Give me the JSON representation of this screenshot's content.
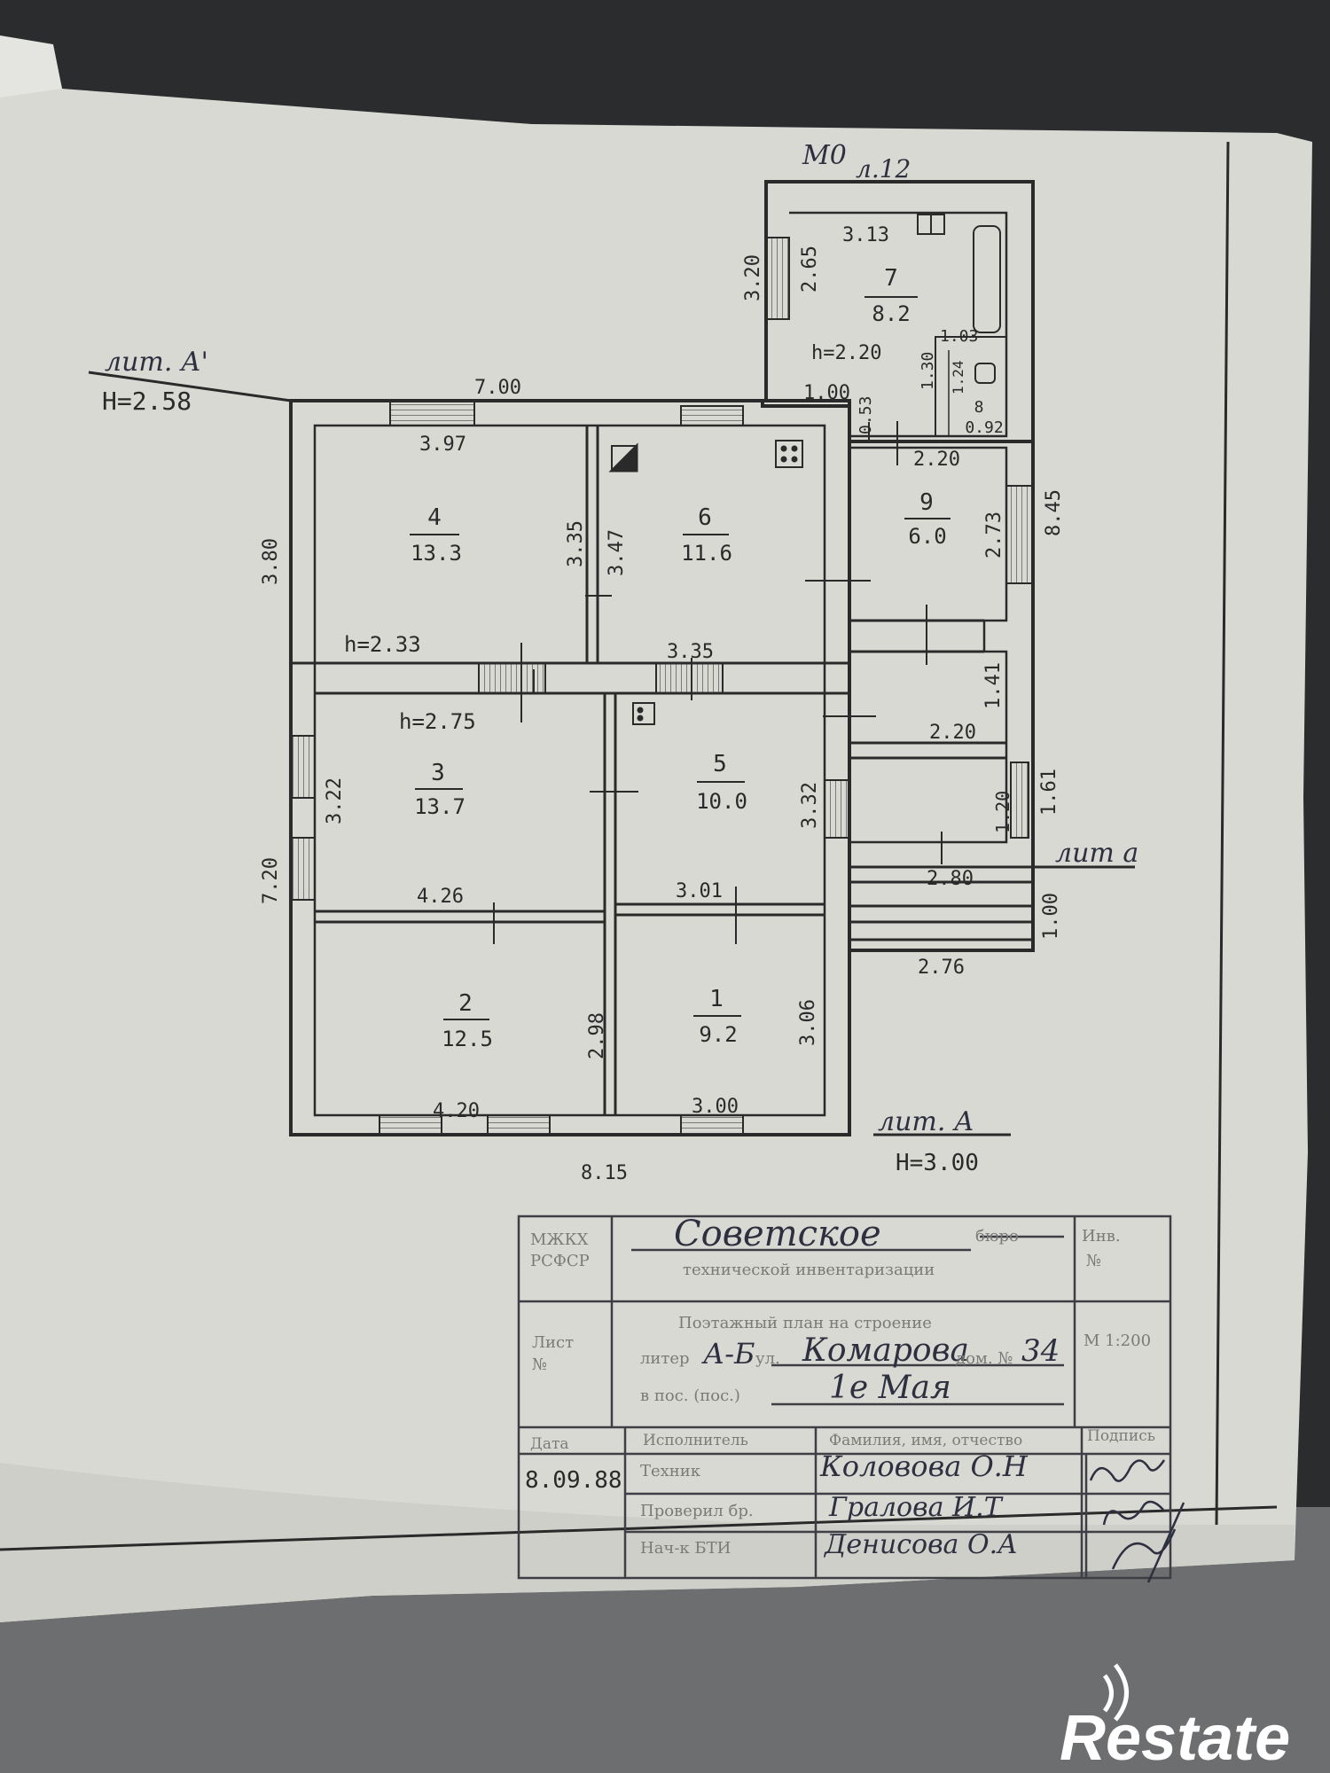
{
  "header": {
    "note": "M0",
    "lit_top": "л.12"
  },
  "lit_labels": {
    "lit_a_prime": "лит. А'",
    "h_a_prime": "Н=2.58",
    "lit_a": "лит. А",
    "h_a": "Н=3.00",
    "lit_a_small": "лит а"
  },
  "rooms": [
    {
      "id": "1",
      "num": "1",
      "area": "9.2"
    },
    {
      "id": "2",
      "num": "2",
      "area": "12.5"
    },
    {
      "id": "3",
      "num": "3",
      "area": "13.7"
    },
    {
      "id": "4",
      "num": "4",
      "area": "13.3"
    },
    {
      "id": "5",
      "num": "5",
      "area": "10.0"
    },
    {
      "id": "6",
      "num": "6",
      "area": "11.6"
    },
    {
      "id": "7",
      "num": "7",
      "area": "8.2"
    },
    {
      "id": "8",
      "num": "8",
      "area": "0.92"
    },
    {
      "id": "9",
      "num": "9",
      "area": "6.0"
    }
  ],
  "heights": {
    "h1": "h=2.33",
    "h2": "h=2.75",
    "h3": "h=2.20"
  },
  "dimensions": {
    "d700": "7.00",
    "d397": "3.97",
    "d380": "3.80",
    "d335v": "3.35",
    "d347": "3.47",
    "d335h": "3.35",
    "d322": "3.22",
    "d720": "7.20",
    "d426": "4.26",
    "d301": "3.01",
    "d332": "3.32",
    "d298": "2.98",
    "d306": "3.06",
    "d420": "4.20",
    "d300": "3.00",
    "d815": "8.15",
    "d313": "3.13",
    "d265": "2.65",
    "d320": "3.20",
    "d103": "1.03",
    "d100a": "1.00",
    "d053": "0.53",
    "d130": "1.30",
    "d124": "1.24",
    "d220a": "2.20",
    "d273": "2.73",
    "d845": "8.45",
    "d141": "1.41",
    "d220b": "2.20",
    "d120": "1.20",
    "d161": "1.61",
    "d280": "2.80",
    "d100b": "1.00",
    "d276": "2.76"
  },
  "title_block": {
    "org1": "МЖКХ",
    "org2": "РСФСР",
    "bureau_name": "Советское",
    "bureau_word": "бюро",
    "bureau_sub": "технической инвентаризации",
    "inv": "Инв.",
    "inv_no": "№",
    "sheet": "Лист",
    "sheet_no": "№",
    "plan_title": "Поэтажный план на строение",
    "liter_label": "литер",
    "liter_value": "А-Б",
    "street_label": "ул.",
    "street_value": "Комарова",
    "house_label": "дом. №",
    "house_value": "34",
    "town_label": "в пос. (пос.)",
    "town_value": "1е Мая",
    "scale": "М 1:200",
    "date_label": "Дата",
    "performer_label": "Исполнитель",
    "fio_label": "Фамилия, имя, отчество",
    "sign_label": "Подпись",
    "date_value": "8.09.88",
    "role1": "Техник",
    "name1": "Коловова О.Н",
    "role2": "Проверил бр.",
    "name2": "Гралова И.Т",
    "role3": "Нач-к БТИ",
    "name3": "Денисова О.А"
  },
  "watermark": {
    "text": "Restate"
  },
  "colors": {
    "paper": "#d9d9d4",
    "ink": "#2a2a2a",
    "stamp_ink": "#2e3040",
    "background": "#2b2c2e"
  }
}
